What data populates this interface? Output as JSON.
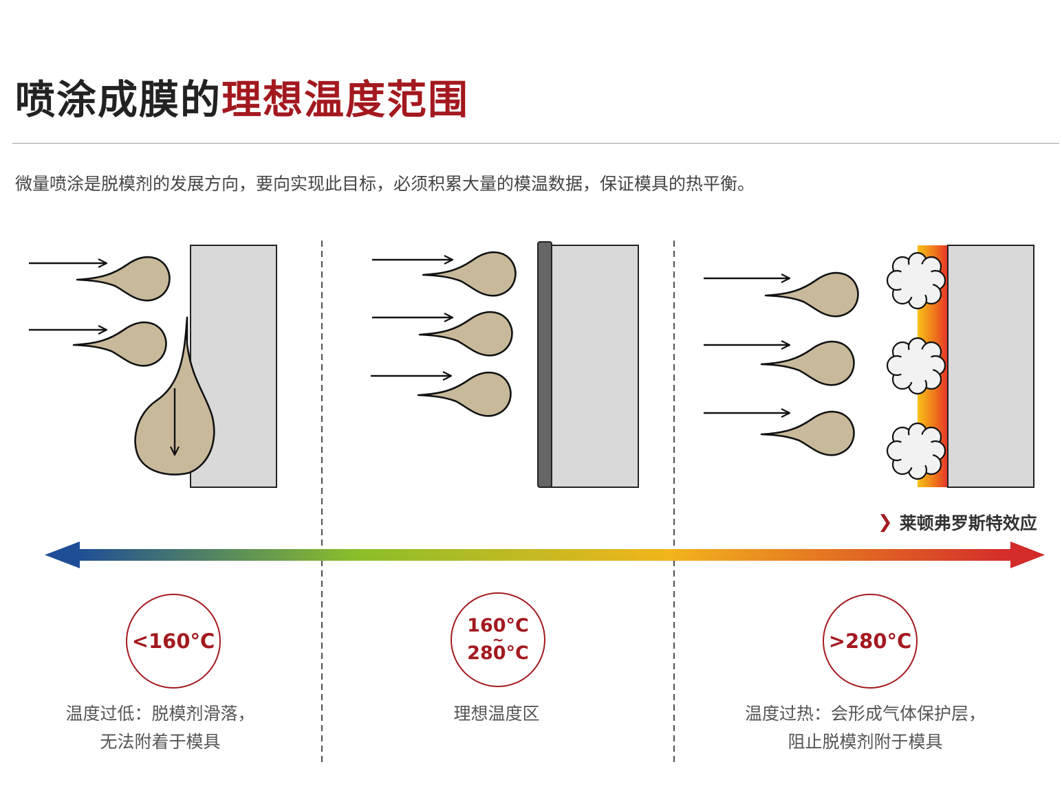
{
  "header": {
    "title_part1": "喷涂成膜的",
    "title_part2": "理想温度范围",
    "subtitle": "微量喷涂是脱模剂的发展方向，要向实现此目标，必须积累大量的模温数据，保证模具的热平衡。"
  },
  "colors": {
    "accent": "#a3191f",
    "droplet": "#c8b99b",
    "mold": "#d9d9d9",
    "film": "#666666",
    "gradient": [
      "#1f4e96",
      "#8bbf2a",
      "#f2b51c",
      "#d32a2a"
    ]
  },
  "effect_label": "莱顿弗罗斯特效应",
  "zones": [
    {
      "temperature": "<160°C",
      "caption_line1": "温度过低：脱模剂滑落，",
      "caption_line2": "无法附着于模具"
    },
    {
      "temperature_line1": "160°C",
      "temperature_sep": "~",
      "temperature_line2": "280°C",
      "caption_line1": "理想温度区"
    },
    {
      "temperature": ">280°C",
      "caption_line1": "温度过热：会形成气体保护层，",
      "caption_line2": "阻止脱模剂附于模具"
    }
  ]
}
